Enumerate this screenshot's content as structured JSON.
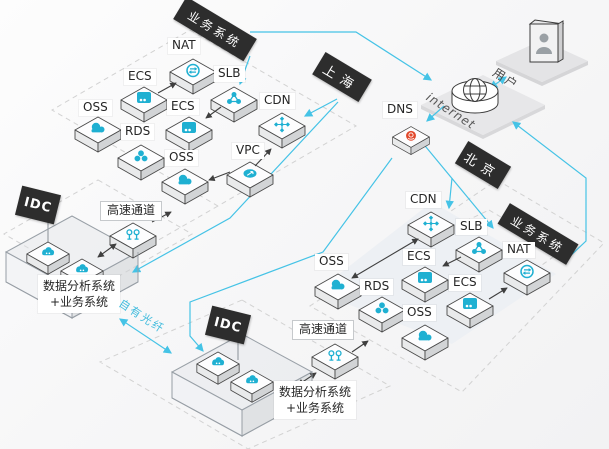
{
  "colors": {
    "accent_cyan": "#1FB0D2",
    "line_cyan": "#45C3E6",
    "dns_red": "#E2492C",
    "banner_black": "#2D2D2D"
  },
  "banners": {
    "shanghai_system": "业务系统",
    "shanghai": "上海",
    "beijing": "北京",
    "beijing_system": "业务系统",
    "idc_left": "IDC",
    "idc_bottom": "IDC"
  },
  "nodes": {
    "sh_ecs1": {
      "label": "ECS"
    },
    "sh_nat": {
      "label": "NAT"
    },
    "sh_slb": {
      "label": "SLB"
    },
    "sh_ecs2": {
      "label": "ECS"
    },
    "sh_cdn": {
      "label": "CDN"
    },
    "sh_oss1": {
      "label": "OSS"
    },
    "sh_rds": {
      "label": "RDS"
    },
    "sh_oss2": {
      "label": "OSS"
    },
    "sh_vpc": {
      "label": "VPC"
    },
    "bj_cdn": {
      "label": "CDN"
    },
    "bj_slb": {
      "label": "SLB"
    },
    "bj_nat": {
      "label": "NAT"
    },
    "bj_ecs1": {
      "label": "ECS"
    },
    "bj_ecs2": {
      "label": "ECS"
    },
    "bj_oss1": {
      "label": "OSS"
    },
    "bj_oss2": {
      "label": "OSS"
    },
    "bj_rds": {
      "label": "RDS"
    },
    "dns": {
      "label": "DNS"
    },
    "express_left": {
      "label": "高速通道"
    },
    "express_bottom": {
      "label": "高速通道"
    }
  },
  "labels": {
    "user": "用户",
    "internet": "internet",
    "fiber": "自有光纤"
  },
  "captions": {
    "idc_left": {
      "line1": "数据分析系统",
      "line2": "+业务系统"
    },
    "idc_bottom": {
      "line1": "数据分析系统",
      "line2": "+业务系统"
    }
  }
}
